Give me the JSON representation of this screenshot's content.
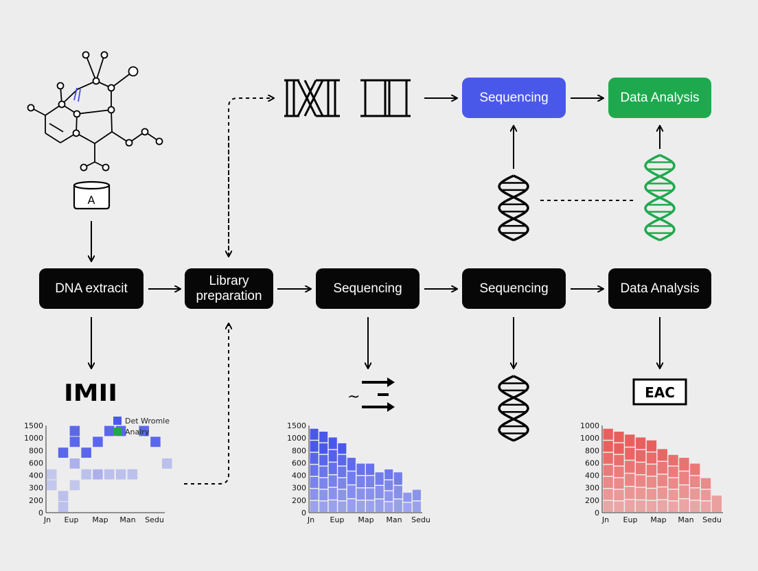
{
  "nodes": {
    "dna_extract": "DNA extracit",
    "library_prep_line1": "Library",
    "library_prep_line2": "preparation",
    "sequencing_1": "Sequencing",
    "sequencing_2": "Sequencing",
    "data_analysis_main": "Data Analysis",
    "sequencing_top": "Sequencing",
    "data_analysis_top": "Data Analysis"
  },
  "labels": {
    "container_letter": "A",
    "imii_glyph": "IMII",
    "eac_box": "EAC",
    "tilde": "~"
  },
  "colors": {
    "node_dark": "#070707",
    "node_blue": "#4a58ea",
    "node_green": "#1fa94e",
    "helix_green": "#1fa94e",
    "chart_blue": "#4a58ea",
    "chart_red": "#e8605e",
    "legend_blue": "#4a58ea",
    "legend_green": "#1fa94e"
  },
  "chart_data": [
    {
      "type": "heatmap",
      "x_tick_labels": [
        "Jn",
        "Eup",
        "Map",
        "Man",
        "Sedu"
      ],
      "y_tick_labels": [
        "1500",
        "1000",
        "800",
        "600",
        "400",
        "300",
        "200",
        "0"
      ],
      "legend": [
        {
          "label": "Det Wromle",
          "color": "#4a58ea"
        },
        {
          "label": "Analry",
          "color": "#1fa94e"
        }
      ],
      "cells": [
        {
          "col": 0,
          "level": 3,
          "shade": 0.25
        },
        {
          "col": 0,
          "level": 2,
          "shade": 0.25
        },
        {
          "col": 1,
          "level": 1,
          "shade": 0.3
        },
        {
          "col": 1,
          "level": 0,
          "shade": 0.3
        },
        {
          "col": 1,
          "level": 5,
          "shade": 0.9
        },
        {
          "col": 2,
          "level": 7,
          "shade": 0.9
        },
        {
          "col": 2,
          "level": 6,
          "shade": 0.9
        },
        {
          "col": 2,
          "level": 4,
          "shade": 0.4
        },
        {
          "col": 2,
          "level": 2,
          "shade": 0.25
        },
        {
          "col": 3,
          "level": 5,
          "shade": 0.9
        },
        {
          "col": 3,
          "level": 3,
          "shade": 0.3
        },
        {
          "col": 4,
          "level": 6,
          "shade": 0.9
        },
        {
          "col": 4,
          "level": 3,
          "shade": 0.4
        },
        {
          "col": 5,
          "level": 7,
          "shade": 0.9
        },
        {
          "col": 5,
          "level": 3,
          "shade": 0.3
        },
        {
          "col": 6,
          "level": 7,
          "shade": 0.9
        },
        {
          "col": 6,
          "level": 3,
          "shade": 0.3
        },
        {
          "col": 7,
          "level": 3,
          "shade": 0.3
        },
        {
          "col": 8,
          "level": 7,
          "shade": 0.9
        },
        {
          "col": 9,
          "level": 6,
          "shade": 0.9
        },
        {
          "col": 10,
          "level": 4,
          "shade": 0.3
        }
      ]
    },
    {
      "type": "bar",
      "x_tick_labels": [
        "Jn",
        "Eup",
        "Map",
        "Man",
        "Sedu"
      ],
      "y_tick_labels": [
        "1500",
        "1000",
        "800",
        "600",
        "400",
        "300",
        "200",
        "0"
      ],
      "values": [
        1450,
        1400,
        1300,
        1200,
        950,
        850,
        850,
        700,
        750,
        700,
        350,
        400
      ],
      "color": "#4a58ea"
    },
    {
      "type": "bar",
      "x_tick_labels": [
        "Jn",
        "Eup",
        "Map",
        "Man",
        "Sedu"
      ],
      "y_tick_labels": [
        "1000",
        "1000",
        "800",
        "600",
        "400",
        "300",
        "200",
        "0"
      ],
      "values": [
        1450,
        1400,
        1350,
        1300,
        1250,
        1100,
        1000,
        950,
        850,
        600,
        300
      ],
      "color": "#e8605e"
    }
  ]
}
